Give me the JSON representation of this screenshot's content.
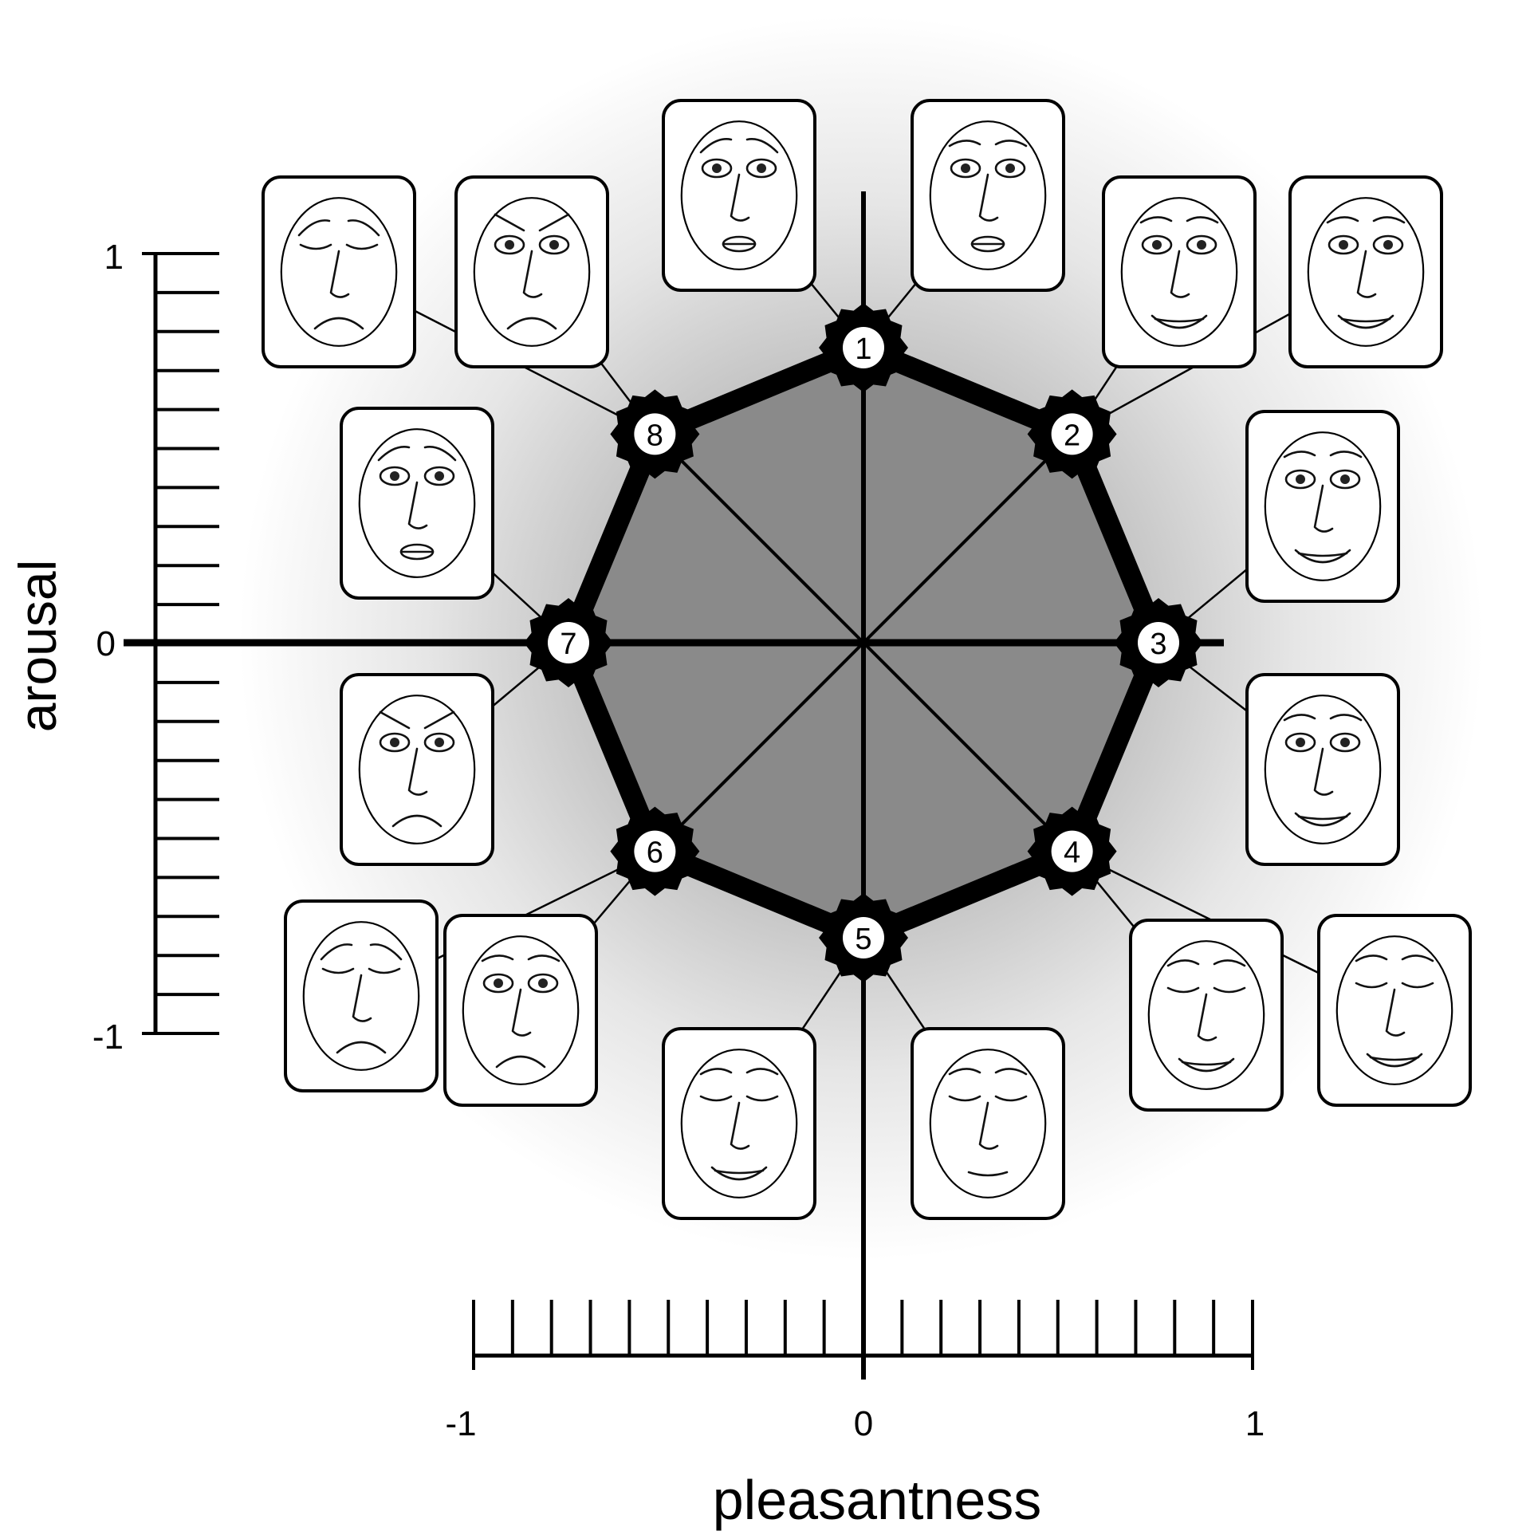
{
  "axes": {
    "x_label": "pleasantness",
    "y_label": "arousal",
    "x_ticks": [
      "-1",
      "0",
      "1"
    ],
    "y_ticks": [
      "1",
      "0",
      "-1"
    ],
    "x_range": [
      -1,
      1
    ],
    "y_range": [
      -1,
      1
    ],
    "minor_ticks_per_axis": 21
  },
  "nodes": [
    {
      "number": "1",
      "angle_deg": 90
    },
    {
      "number": "2",
      "angle_deg": 45
    },
    {
      "number": "3",
      "angle_deg": 0
    },
    {
      "number": "4",
      "angle_deg": -45
    },
    {
      "number": "5",
      "angle_deg": -90
    },
    {
      "number": "6",
      "angle_deg": -135
    },
    {
      "number": "7",
      "angle_deg": 180
    },
    {
      "number": "8",
      "angle_deg": 135
    }
  ],
  "faces": [
    {
      "node": "1",
      "side": "left",
      "expression": "worried-face-icon"
    },
    {
      "node": "1",
      "side": "right",
      "expression": "tense-face-icon"
    },
    {
      "node": "2",
      "side": "left",
      "expression": "excited-face-icon"
    },
    {
      "node": "2",
      "side": "right",
      "expression": "elated-face-icon"
    },
    {
      "node": "3",
      "side": "upper",
      "expression": "happy-face-icon"
    },
    {
      "node": "3",
      "side": "lower",
      "expression": "pleased-face-icon"
    },
    {
      "node": "4",
      "side": "left",
      "expression": "content-face-icon"
    },
    {
      "node": "4",
      "side": "right",
      "expression": "calm-face-icon"
    },
    {
      "node": "5",
      "side": "left",
      "expression": "relaxed-face-icon"
    },
    {
      "node": "5",
      "side": "right",
      "expression": "sleepy-face-icon"
    },
    {
      "node": "6",
      "side": "left",
      "expression": "sad-face-icon"
    },
    {
      "node": "6",
      "side": "right",
      "expression": "bored-face-icon"
    },
    {
      "node": "7",
      "side": "upper",
      "expression": "anxious-face-icon"
    },
    {
      "node": "7",
      "side": "lower",
      "expression": "annoyed-face-icon"
    },
    {
      "node": "8",
      "side": "left",
      "expression": "distressed-face-icon"
    },
    {
      "node": "8",
      "side": "right",
      "expression": "angry-face-icon"
    }
  ],
  "colors": {
    "polygon_fill": "#8a8a8a",
    "ink": "#000000",
    "halo": "#d9d9d9"
  }
}
